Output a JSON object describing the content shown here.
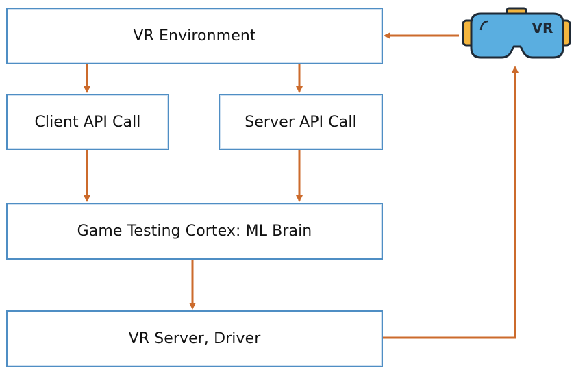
{
  "diagram": {
    "nodes": {
      "vr_environment": "VR Environment",
      "client_api_call": "Client API Call",
      "server_api_call": "Server API Call",
      "ml_brain": "Game Testing Cortex: ML Brain",
      "vr_server_driver": "VR Server, Driver"
    },
    "headset": {
      "label": "VR"
    },
    "edges": [
      {
        "from": "vr_environment",
        "to": "client_api_call"
      },
      {
        "from": "vr_environment",
        "to": "server_api_call"
      },
      {
        "from": "client_api_call",
        "to": "ml_brain"
      },
      {
        "from": "server_api_call",
        "to": "ml_brain"
      },
      {
        "from": "ml_brain",
        "to": "vr_server_driver"
      },
      {
        "from": "vr_server_driver",
        "to": "vr_headset"
      },
      {
        "from": "vr_headset",
        "to": "vr_environment"
      }
    ],
    "colors": {
      "box_border": "#4f8ec4",
      "arrow": "#cc6b2c",
      "headset_body": "#5aaee0",
      "headset_strap": "#f4b63f",
      "headset_outline": "#1f2a36"
    },
    "icons": [
      "vr-headset-icon"
    ]
  }
}
